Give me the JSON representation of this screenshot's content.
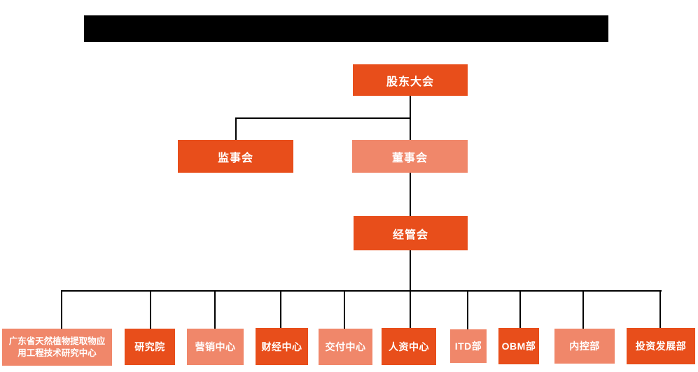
{
  "colors": {
    "primary_orange": "#e84e1b",
    "secondary_salmon": "#f0876a",
    "connector_line": "#000000",
    "node_text": "#ffffff",
    "redaction": "#000000",
    "background": "#ffffff"
  },
  "header": {
    "redacted_title": ""
  },
  "org": {
    "level1": {
      "label": "股东大会",
      "variant": "dark"
    },
    "level2": [
      {
        "label": "监事会",
        "variant": "dark"
      },
      {
        "label": "董事会",
        "variant": "light"
      }
    ],
    "level3": {
      "label": "经管会",
      "variant": "dark"
    },
    "departments": [
      {
        "label": "广东省天然植物提取物应用工程技术研究中心",
        "variant": "light"
      },
      {
        "label": "研究院",
        "variant": "dark"
      },
      {
        "label": "营销中心",
        "variant": "light"
      },
      {
        "label": "财经中心",
        "variant": "dark"
      },
      {
        "label": "交付中心",
        "variant": "light"
      },
      {
        "label": "人资中心",
        "variant": "dark"
      },
      {
        "label": "ITD部",
        "variant": "light"
      },
      {
        "label": "OBM部",
        "variant": "dark"
      },
      {
        "label": "内控部",
        "variant": "light"
      },
      {
        "label": "投资发展部",
        "variant": "dark"
      }
    ]
  }
}
